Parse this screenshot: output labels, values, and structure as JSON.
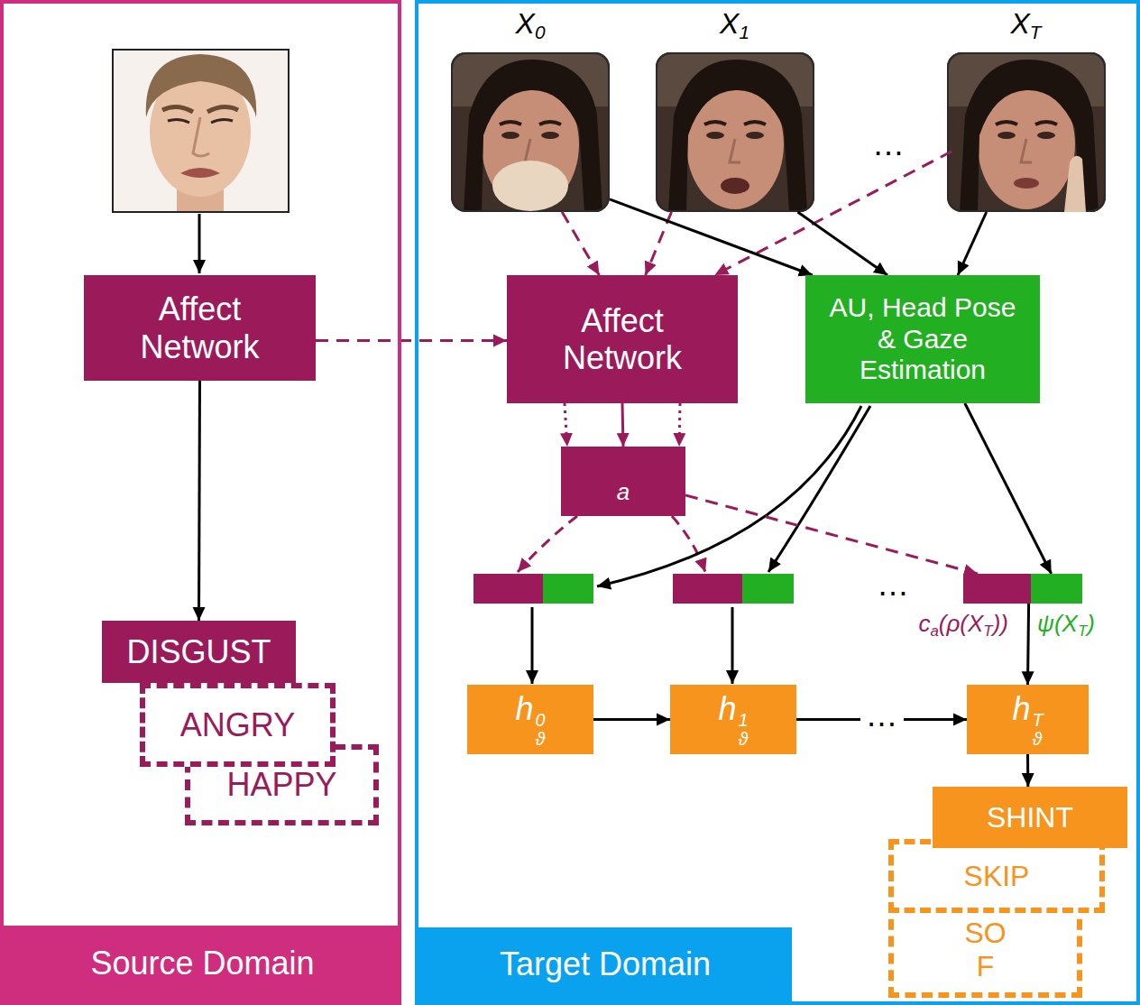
{
  "diagram": {
    "nodes": [
      {
        "text": [
          "Source Domain"
        ]
      },
      {
        "text": [
          "Affect Network"
        ],
        "in": 0
      },
      {
        "text": [
          "DISGUST"
        ],
        "in": 0
      },
      {
        "text": [
          "ANGRY"
        ],
        "in": 0
      },
      {
        "text": [
          "HAPPY"
        ],
        "in": 0
      },
      {
        "text": [
          "Target Domain"
        ]
      },
      {
        "text": [
          "X0"
        ],
        "in": 5
      },
      {
        "text": [
          "X1"
        ],
        "in": 5
      },
      {
        "text": [
          "XT"
        ],
        "in": 5
      },
      {
        "text": [
          "Affect Network"
        ],
        "in": 5
      },
      {
        "text": [
          "AU, Head Pose & Gaze Estimation"
        ],
        "in": 5
      },
      {
        "text": [
          "a"
        ],
        "in": 5
      },
      {
        "text": [
          "ca(ρ(XT))",
          "ψ(XT)"
        ],
        "in": 5
      },
      {
        "text": [
          "h0ϑ"
        ],
        "in": 5
      },
      {
        "text": [
          "h1ϑ"
        ],
        "in": 5
      },
      {
        "text": [
          "hTϑ"
        ],
        "in": 5
      },
      {
        "text": [
          "SHINT"
        ],
        "in": 5
      },
      {
        "text": [
          "SKIP"
        ],
        "in": 5
      },
      {
        "text": [
          "SO F"
        ],
        "in": 5
      }
    ],
    "edges": [
      {
        "from": 1,
        "to": 2,
        "arrow": "to"
      },
      {
        "from": 1,
        "to": 9,
        "arrow": "to"
      },
      {
        "from": 6,
        "to": 9,
        "arrow": "to"
      },
      {
        "from": 7,
        "to": 9,
        "arrow": "to"
      },
      {
        "from": 8,
        "to": 9,
        "arrow": "to"
      },
      {
        "from": 6,
        "to": 10,
        "arrow": "to"
      },
      {
        "from": 7,
        "to": 10,
        "arrow": "to"
      },
      {
        "from": 8,
        "to": 10,
        "arrow": "to"
      },
      {
        "from": 9,
        "to": 11,
        "arrow": "to"
      },
      {
        "from": 9,
        "to": 11,
        "arrow": "to"
      },
      {
        "from": 9,
        "to": 11,
        "arrow": "to"
      },
      {
        "from": 11,
        "to": 12,
        "arrow": "to"
      },
      {
        "from": 10,
        "to": 12,
        "arrow": "to"
      },
      {
        "from": 12,
        "to": 15,
        "arrow": "to"
      },
      {
        "from": 13,
        "to": 14,
        "arrow": "to"
      },
      {
        "from": 14,
        "to": 15,
        "arrow": "to",
        "label": "…"
      },
      {
        "from": 15,
        "to": 16,
        "arrow": "to"
      }
    ],
    "labels": [
      "…",
      "…"
    ]
  }
}
